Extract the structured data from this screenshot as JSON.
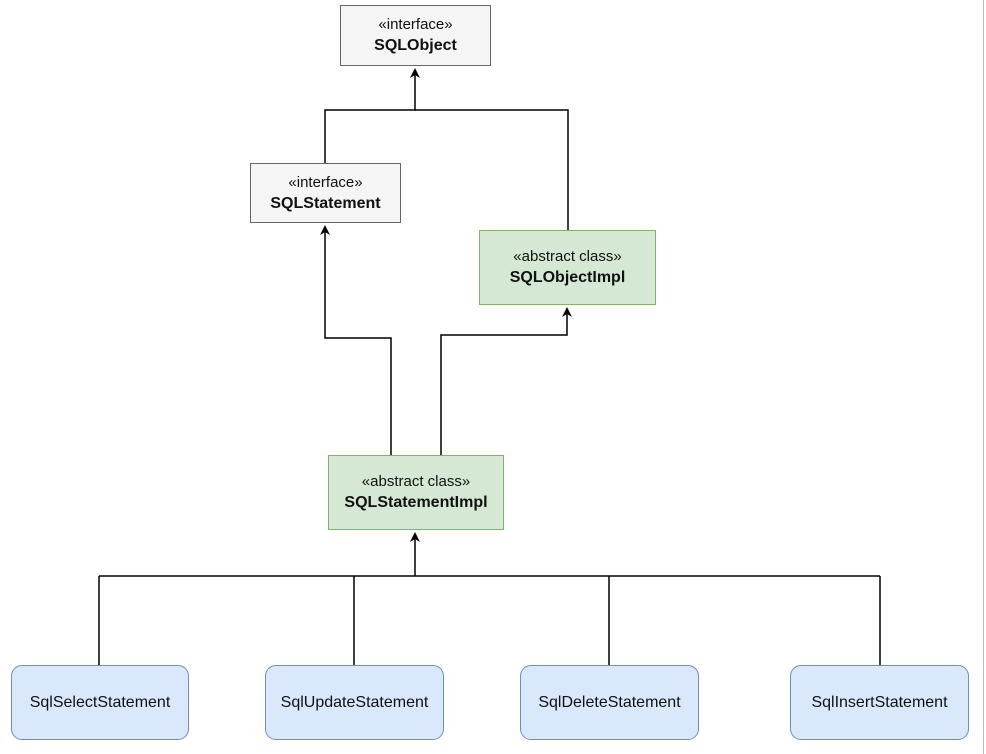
{
  "diagram": {
    "nodes": {
      "sql_object": {
        "stereotype": "«interface»",
        "name": "SQLObject"
      },
      "sql_statement": {
        "stereotype": "«interface»",
        "name": "SQLStatement"
      },
      "sql_object_impl": {
        "stereotype": "«abstract class»",
        "name": "SQLObjectImpl"
      },
      "sql_statement_impl": {
        "stereotype": "«abstract class»",
        "name": "SQLStatementImpl"
      },
      "select": {
        "name": "SqlSelectStatement"
      },
      "update": {
        "name": "SqlUpdateStatement"
      },
      "delete": {
        "name": "SqlDeleteStatement"
      },
      "insert": {
        "name": "SqlInsertStatement"
      }
    },
    "edges": [
      {
        "from": "sql_statement",
        "to": "sql_object"
      },
      {
        "from": "sql_object_impl",
        "to": "sql_object"
      },
      {
        "from": "sql_statement_impl",
        "to": "sql_statement"
      },
      {
        "from": "sql_statement_impl",
        "to": "sql_object_impl"
      },
      {
        "from": "select",
        "to": "sql_statement_impl"
      },
      {
        "from": "update",
        "to": "sql_statement_impl"
      },
      {
        "from": "delete",
        "to": "sql_statement_impl"
      },
      {
        "from": "insert",
        "to": "sql_statement_impl"
      }
    ],
    "colors": {
      "interface_fill": "#f5f5f5",
      "interface_stroke": "#666666",
      "abstract_fill": "#d5e8d4",
      "abstract_stroke": "#82b366",
      "concrete_fill": "#dae8fc",
      "concrete_stroke": "#6c8ebf",
      "connector": "#000000"
    }
  }
}
